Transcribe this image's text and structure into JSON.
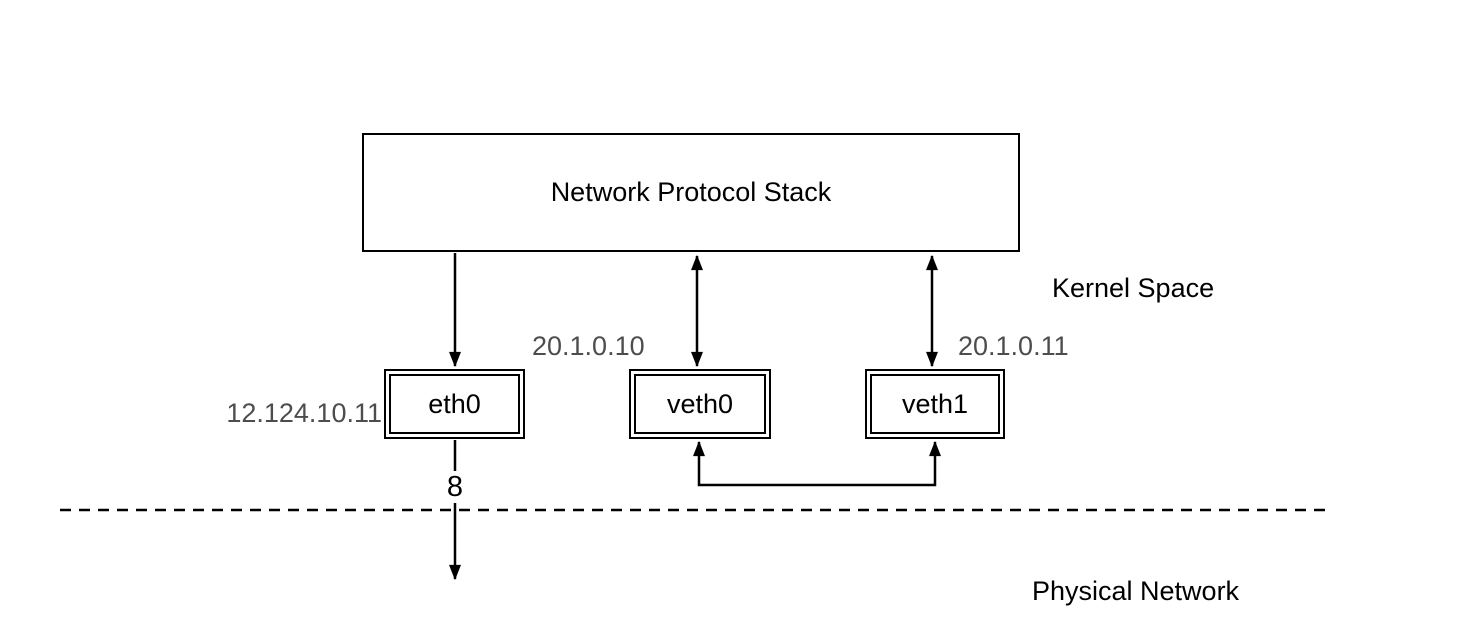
{
  "diagram": {
    "background": "#ffffff",
    "stroke_color": "#000000",
    "ip_label_color": "#4d4d4d",
    "protocol_stack": {
      "label": "Network Protocol Stack"
    },
    "regions": {
      "kernel": "Kernel Space",
      "physical": "Physical Network"
    },
    "interfaces": [
      {
        "name": "eth0",
        "ip": "12.124.10.11"
      },
      {
        "name": "veth0",
        "ip": "20.1.0.10"
      },
      {
        "name": "veth1",
        "ip": "20.1.0.11"
      }
    ],
    "eth0_egress_label": "8",
    "connections": [
      "stack-to-eth0 (one-way down)",
      "stack-to-veth0 (bidirectional)",
      "stack-to-veth1 (bidirectional)",
      "veth0-to-veth1 (peer link)",
      "eth0-to-physical-network (one-way down)"
    ]
  }
}
